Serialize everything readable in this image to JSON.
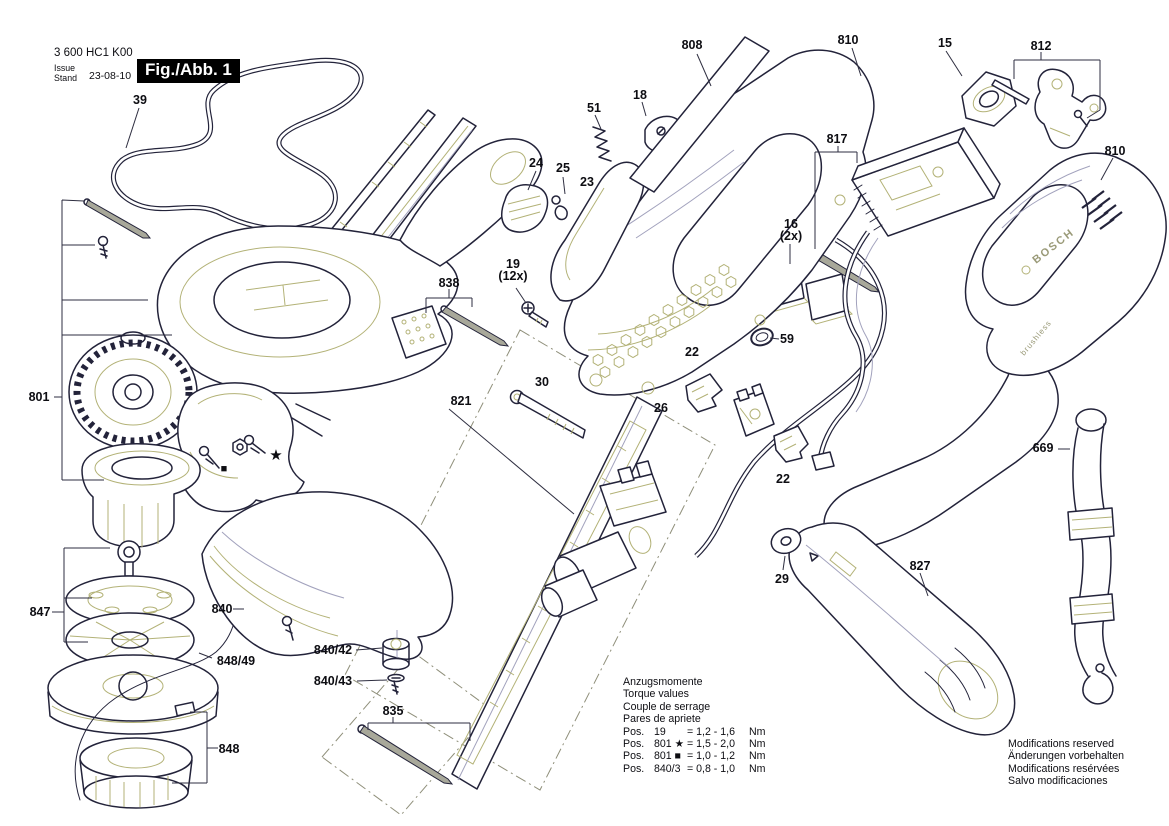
{
  "meta": {
    "product_code": "3 600 HC1 K00",
    "issue_word_1": "Issue",
    "issue_word_2": "Stand",
    "issue_date": "23-08-10",
    "figure_label": "Fig./Abb. 1"
  },
  "part_labels": {
    "p39": "39",
    "p808": "808",
    "p810a": "810",
    "p15": "15",
    "p812": "812",
    "p810b": "810",
    "p51": "51",
    "p18": "18",
    "p817": "817",
    "p24": "24",
    "p25": "25",
    "p23": "23",
    "p16": "16",
    "p16qty": "(2x)",
    "p19": "19",
    "p19qty": "(12x)",
    "p838": "838",
    "p59": "59",
    "p22a": "22",
    "p30": "30",
    "p26": "26",
    "p821": "821",
    "p801": "801",
    "p22b": "22",
    "p669": "669",
    "p29": "29",
    "p827": "827",
    "p840": "840",
    "p847": "847",
    "p848_49": "848/49",
    "p840_42": "840/42",
    "p840_43": "840/43",
    "p835": "835",
    "p848": "848"
  },
  "torque_table": {
    "title_de": "Anzugsmomente",
    "title_en": "Torque values",
    "title_fr": "Couple de serrage",
    "title_es": "Pares de apriete",
    "rows": [
      {
        "prefix": "Pos.",
        "pos": "19",
        "value": "= 1,2 - 1,6",
        "unit": "Nm"
      },
      {
        "prefix": "Pos.",
        "pos": "801 ★",
        "value": "= 1,5 - 2,0",
        "unit": "Nm"
      },
      {
        "prefix": "Pos.",
        "pos": "801 ■",
        "value": "= 1,0 - 1,2",
        "unit": "Nm"
      },
      {
        "prefix": "Pos.",
        "pos": "840/3",
        "value": "= 0,8 - 1,0",
        "unit": "Nm"
      }
    ]
  },
  "footer": {
    "line1": "Modifications reserved",
    "line2": "Änderungen vorbehalten",
    "line3": "Modifications resérvées",
    "line4": "Salvo modificaciones"
  },
  "brand": {
    "logo_text": "BOSCH",
    "housing_text": "brushless"
  },
  "symbols": {
    "star": "★",
    "square": "■"
  },
  "colors": {
    "line_dark": "#23233a",
    "line_olive": "#b3b277",
    "line_gray": "#a2a2bd",
    "fig_box_bg": "#000000",
    "paper": "#ffffff"
  }
}
